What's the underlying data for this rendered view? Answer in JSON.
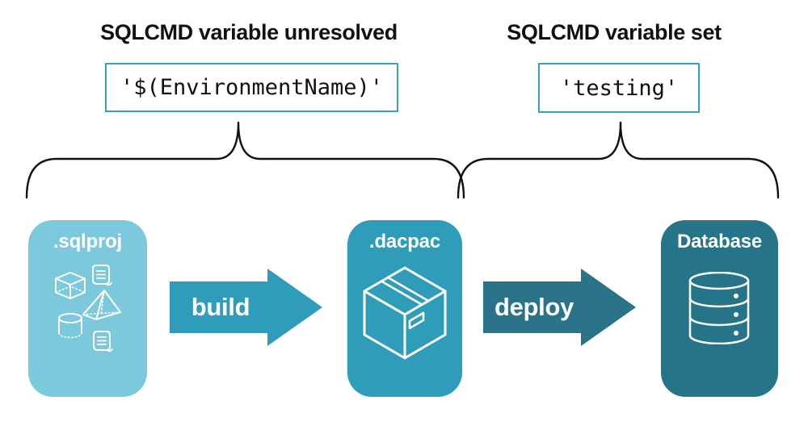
{
  "annotations": {
    "left": {
      "title": "SQLCMD variable unresolved",
      "value": "'$(EnvironmentName)'"
    },
    "right": {
      "title": "SQLCMD variable set",
      "value": "'testing'"
    }
  },
  "pipeline": {
    "nodes": [
      {
        "id": "sqlproj",
        "label": ".sqlproj",
        "icon": "sql-project-objects-icon",
        "color": "#7CC8DD"
      },
      {
        "id": "dacpac",
        "label": ".dacpac",
        "icon": "package-box-icon",
        "color": "#2F9DB9"
      },
      {
        "id": "database",
        "label": "Database",
        "icon": "database-icon",
        "color": "#267487"
      }
    ],
    "arrows": [
      {
        "id": "build",
        "label": "build",
        "color": "#2F9DB9"
      },
      {
        "id": "deploy",
        "label": "deploy",
        "color": "#2A7389"
      }
    ]
  },
  "colors": {
    "value_box_border": "#35A2C2",
    "brace_stroke": "#111111",
    "heading_text": "#111111",
    "node_light": "#7CC8DD",
    "node_mid": "#2F9DB9",
    "node_dark": "#267487",
    "icon_stroke": "#FFFFFF"
  }
}
